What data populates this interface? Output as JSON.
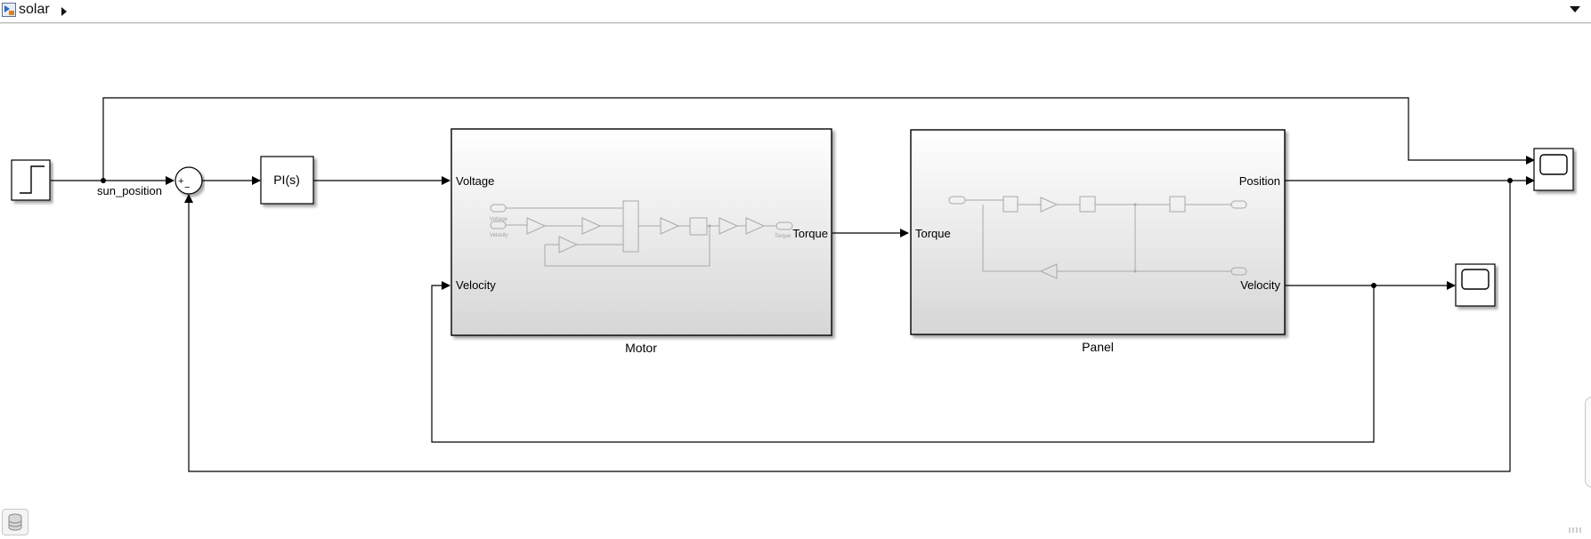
{
  "header": {
    "breadcrumb": "solar"
  },
  "blocks": {
    "controller_label": "PI(s)",
    "signal_label": "sun_position",
    "sum_plus": "+",
    "sum_minus": "−",
    "motor": {
      "name": "Motor",
      "in1": "Voltage",
      "in2": "Velocity",
      "out1": "Torque",
      "inner_in1": "Voltage",
      "inner_in2": "Velocity",
      "inner_out": "Torque"
    },
    "panel": {
      "name": "Panel",
      "in1": "Torque",
      "out1": "Position",
      "out2": "Velocity"
    }
  },
  "icons": {
    "model": "simulink-model-icon",
    "database": "database-icon",
    "scope": "scope-icon",
    "step": "step-source-icon"
  },
  "colors": {
    "line": "#000000",
    "subsystem_gradient_top": "#ffffff",
    "subsystem_gradient_bottom": "#d6d6d6",
    "inner_content": "#b0b0b0"
  }
}
